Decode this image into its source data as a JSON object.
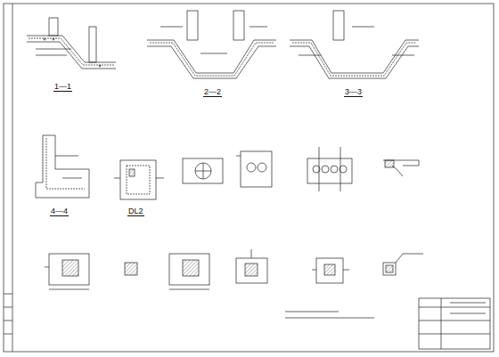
{
  "diagram": {
    "labels": [
      "1—1",
      "2—2",
      "3—3",
      "4—4",
      "DL2"
    ]
  }
}
